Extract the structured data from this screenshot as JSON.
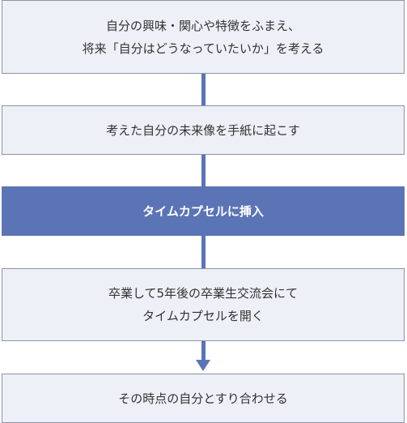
{
  "flowchart": {
    "steps": [
      {
        "lines": [
          "自分の興味・関心や特徴をふまえ、",
          "将来「自分はどうなっていたいか」を考える"
        ]
      },
      {
        "lines": [
          "考えた自分の未来像を手紙に起こす"
        ]
      },
      {
        "lines": [
          "タイムカプセルに挿入"
        ]
      },
      {
        "lines": [
          "卒業して5年後の卒業生交流会にて",
          "タイムカプセルを開く"
        ]
      },
      {
        "lines": [
          "その時点の自分とすり合わせる"
        ]
      }
    ],
    "colors": {
      "box_fill": "#eef0f7",
      "box_border": "#8b93a8",
      "highlight_fill": "#5b74b5",
      "connector": "#5b74b5",
      "text": "#333333",
      "highlight_text": "#ffffff"
    }
  }
}
